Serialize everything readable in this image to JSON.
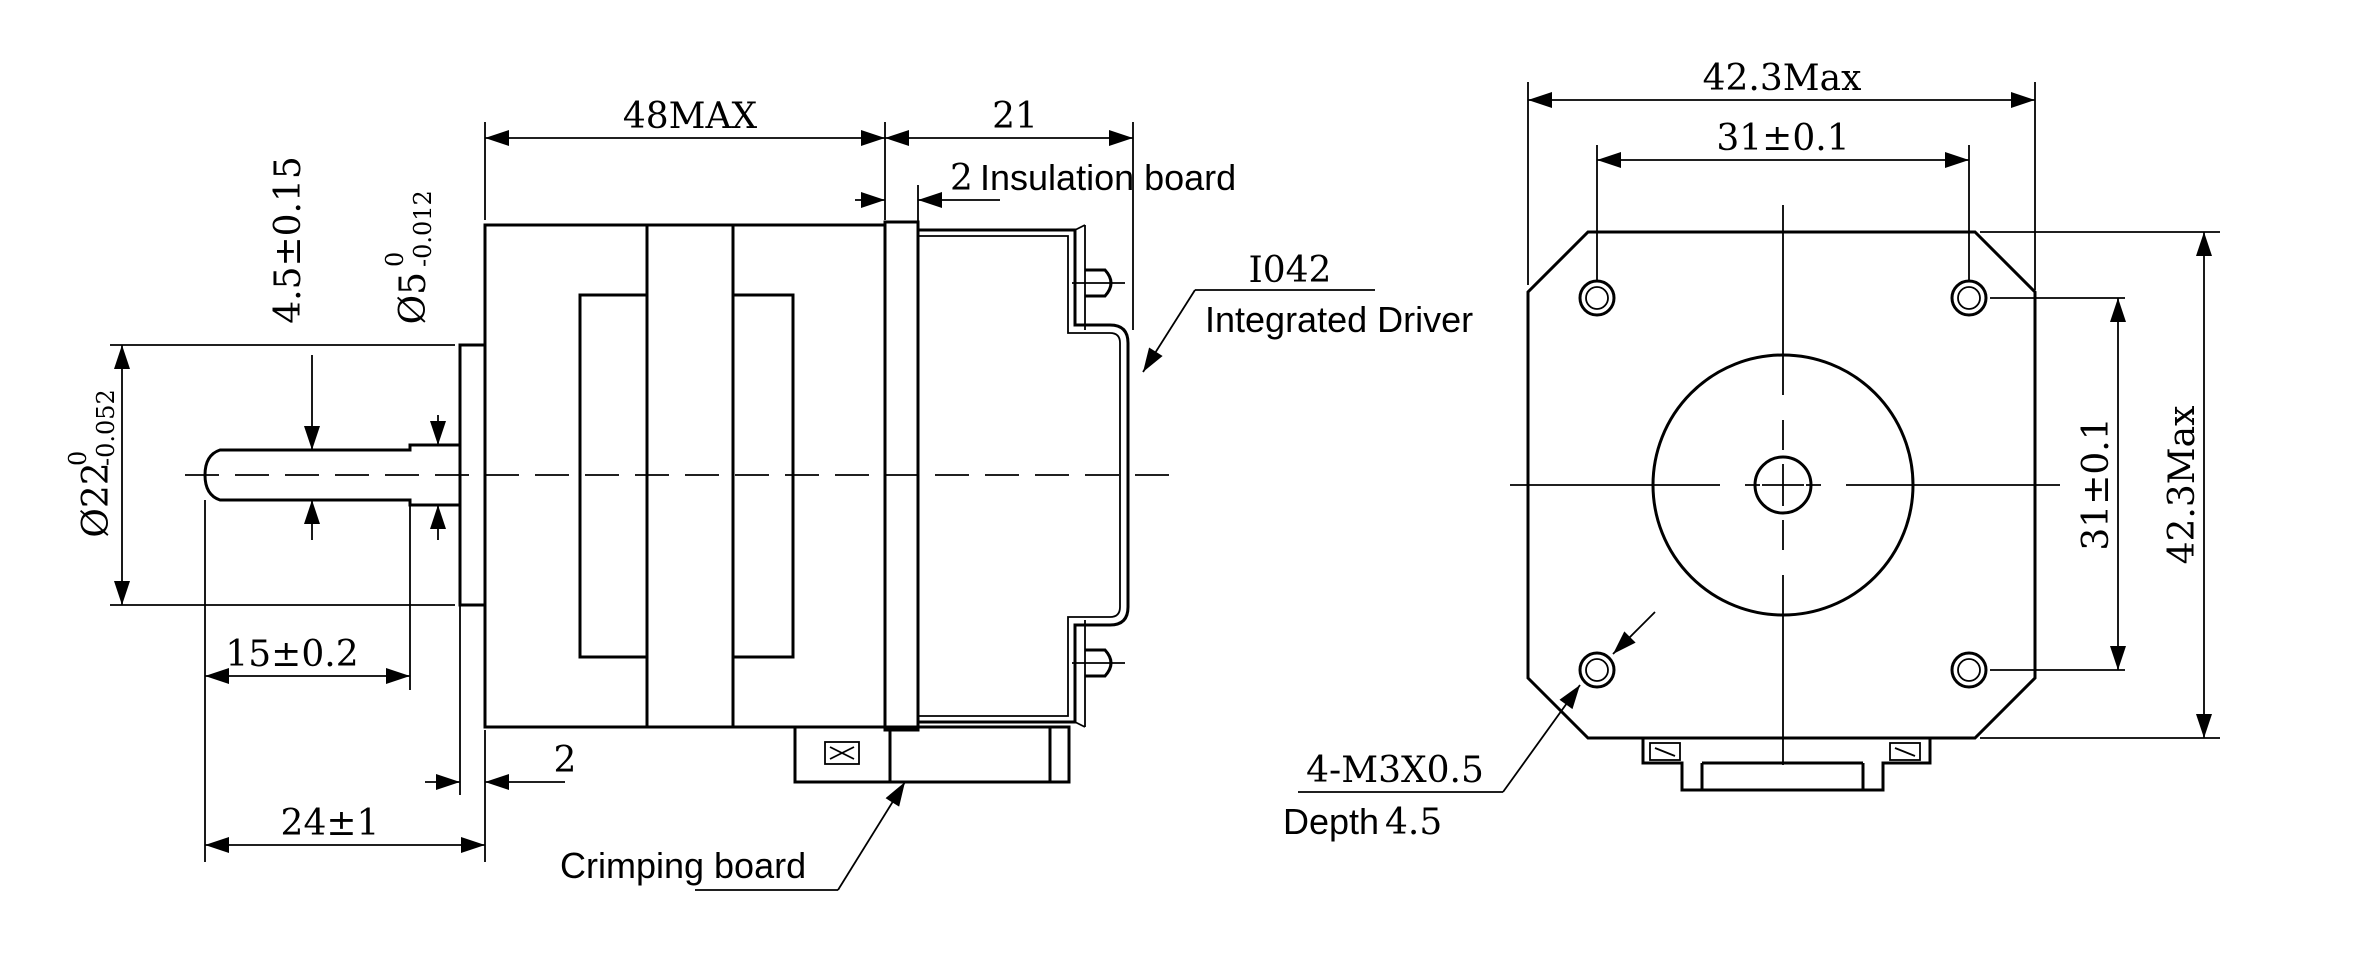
{
  "side_view": {
    "dim_body_length": "48MAX",
    "dim_driver_length": "21",
    "dim_insulation": "2",
    "label_insulation": "Insulation board",
    "label_driver_model": "I042",
    "label_driver": "Integrated Driver",
    "dim_flat_depth": "4.5±0.15",
    "dim_shaft_dia": "Ø5",
    "dim_shaft_tol_upper": "0",
    "dim_shaft_tol_lower": "-0.012",
    "dim_boss_dia": "Ø22",
    "dim_boss_tol_upper": "0",
    "dim_boss_tol_lower": "-0.052",
    "dim_flat_length": "15±0.2",
    "dim_boss_height": "2",
    "dim_shaft_length": "24±1",
    "label_crimping": "Crimping board"
  },
  "front_view": {
    "dim_width": "42.3Max",
    "dim_hole_spacing_h": "31±0.1",
    "dim_hole_spacing_v": "31±0.1",
    "dim_height": "42.3Max",
    "label_holes": "4-M3X0.5",
    "label_depth": "Depth",
    "label_depth_value": "4.5"
  }
}
